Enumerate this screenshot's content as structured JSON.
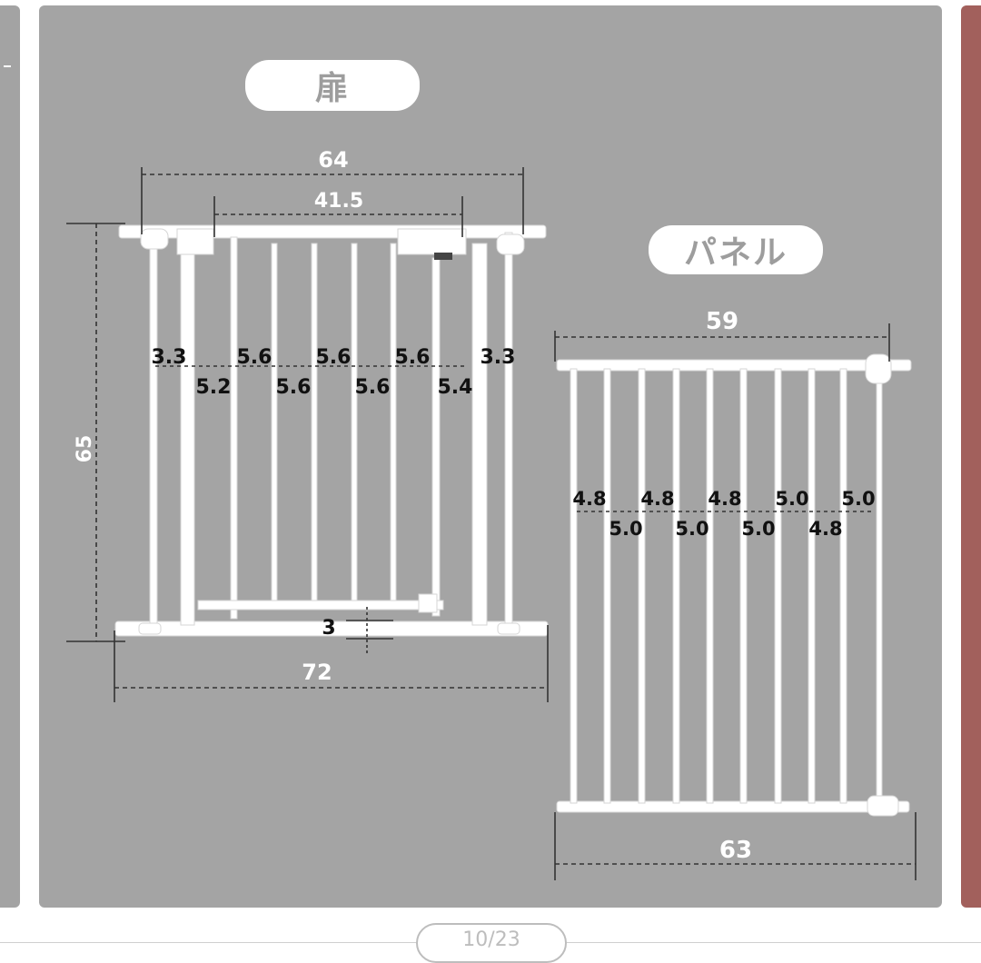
{
  "door": {
    "label": "扉",
    "outer_width": "64",
    "inner_width": "41.5",
    "height": "65",
    "base_width": "72",
    "bottom_gap": "3",
    "gaps_upper": [
      "3.3",
      "5.6",
      "5.6",
      "5.6",
      "3.3"
    ],
    "gaps_lower": [
      "5.2",
      "5.6",
      "5.6",
      "5.4"
    ]
  },
  "panel": {
    "label": "パネル",
    "top_width": "59",
    "bottom_width": "63",
    "gaps_upper": [
      "4.8",
      "4.8",
      "4.8",
      "5.0",
      "5.0"
    ],
    "gaps_lower": [
      "5.0",
      "5.0",
      "5.0",
      "4.8"
    ]
  },
  "pager": {
    "text": "10/23"
  },
  "colors": {
    "slide_bg": "#a4a4a4",
    "next_slide": "#a2605c",
    "frame": "#ffffff",
    "dim_line": "#333333"
  }
}
